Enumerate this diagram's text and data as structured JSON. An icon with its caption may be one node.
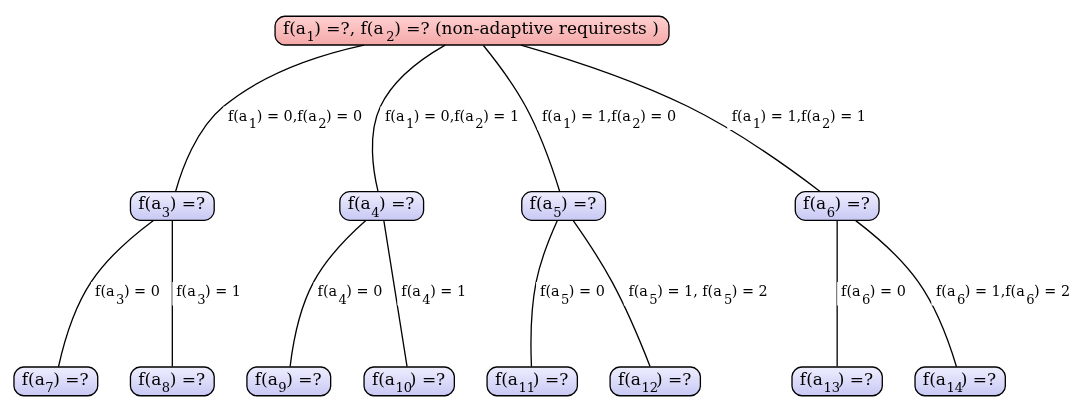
{
  "diagram": {
    "nodes": [
      {
        "text": [
          "f(a$_{1}$) =?, f(a$_{2}$) =? (non-adaptive requirests )"
        ]
      },
      {
        "text": [
          "f(a$_{3}$) =?"
        ]
      },
      {
        "text": [
          "f(a$_{4}$) =?"
        ]
      },
      {
        "text": [
          "f(a$_{5}$) =?"
        ]
      },
      {
        "text": [
          "f(a$_{6}$) =?"
        ]
      },
      {
        "text": [
          "f(a$_{7}$) =?"
        ]
      },
      {
        "text": [
          "f(a$_{8}$) =?"
        ]
      },
      {
        "text": [
          "f(a$_{9}$) =?"
        ]
      },
      {
        "text": [
          "f(a$_{10}$) =?"
        ]
      },
      {
        "text": [
          "f(a$_{11}$) =?"
        ]
      },
      {
        "text": [
          "f(a$_{12}$) =?"
        ]
      },
      {
        "text": [
          "f(a$_{13}$) =?"
        ]
      },
      {
        "text": [
          "f(a$_{14}$) =?"
        ]
      }
    ],
    "edges": [
      {
        "from": 0,
        "to": 1,
        "arrow": "none",
        "label": "f(a$_{1}$) = 0,f(a$_{2}$) = 0"
      },
      {
        "from": 0,
        "to": 2,
        "arrow": "none",
        "label": "f(a$_{1}$) = 0,f(a$_{2}$) = 1"
      },
      {
        "from": 0,
        "to": 3,
        "arrow": "none",
        "label": "f(a$_{1}$) = 1,f(a$_{2}$) = 0"
      },
      {
        "from": 0,
        "to": 4,
        "arrow": "none",
        "label": "f(a$_{1}$) = 1,f(a$_{2}$) = 1"
      },
      {
        "from": 1,
        "to": 5,
        "arrow": "none",
        "label": "f(a$_{3}$) = 0"
      },
      {
        "from": 1,
        "to": 6,
        "arrow": "none",
        "label": "f(a$_{3}$) = 1"
      },
      {
        "from": 2,
        "to": 7,
        "arrow": "none",
        "label": "f(a$_{4}$) = 0"
      },
      {
        "from": 2,
        "to": 8,
        "arrow": "none",
        "label": "f(a$_{4}$) = 1"
      },
      {
        "from": 3,
        "to": 9,
        "arrow": "none",
        "label": "f(a$_{5}$) = 0"
      },
      {
        "from": 3,
        "to": 10,
        "arrow": "none",
        "label": "f(a$_{5}$) = 1, f(a$_{5}$) = 2"
      },
      {
        "from": 4,
        "to": 11,
        "arrow": "none",
        "label": "f(a$_{6}$) = 0"
      },
      {
        "from": 4,
        "to": 12,
        "arrow": "none",
        "label": "f(a$_{6}$) = 1,f(a$_{6}$) = 2"
      }
    ]
  }
}
